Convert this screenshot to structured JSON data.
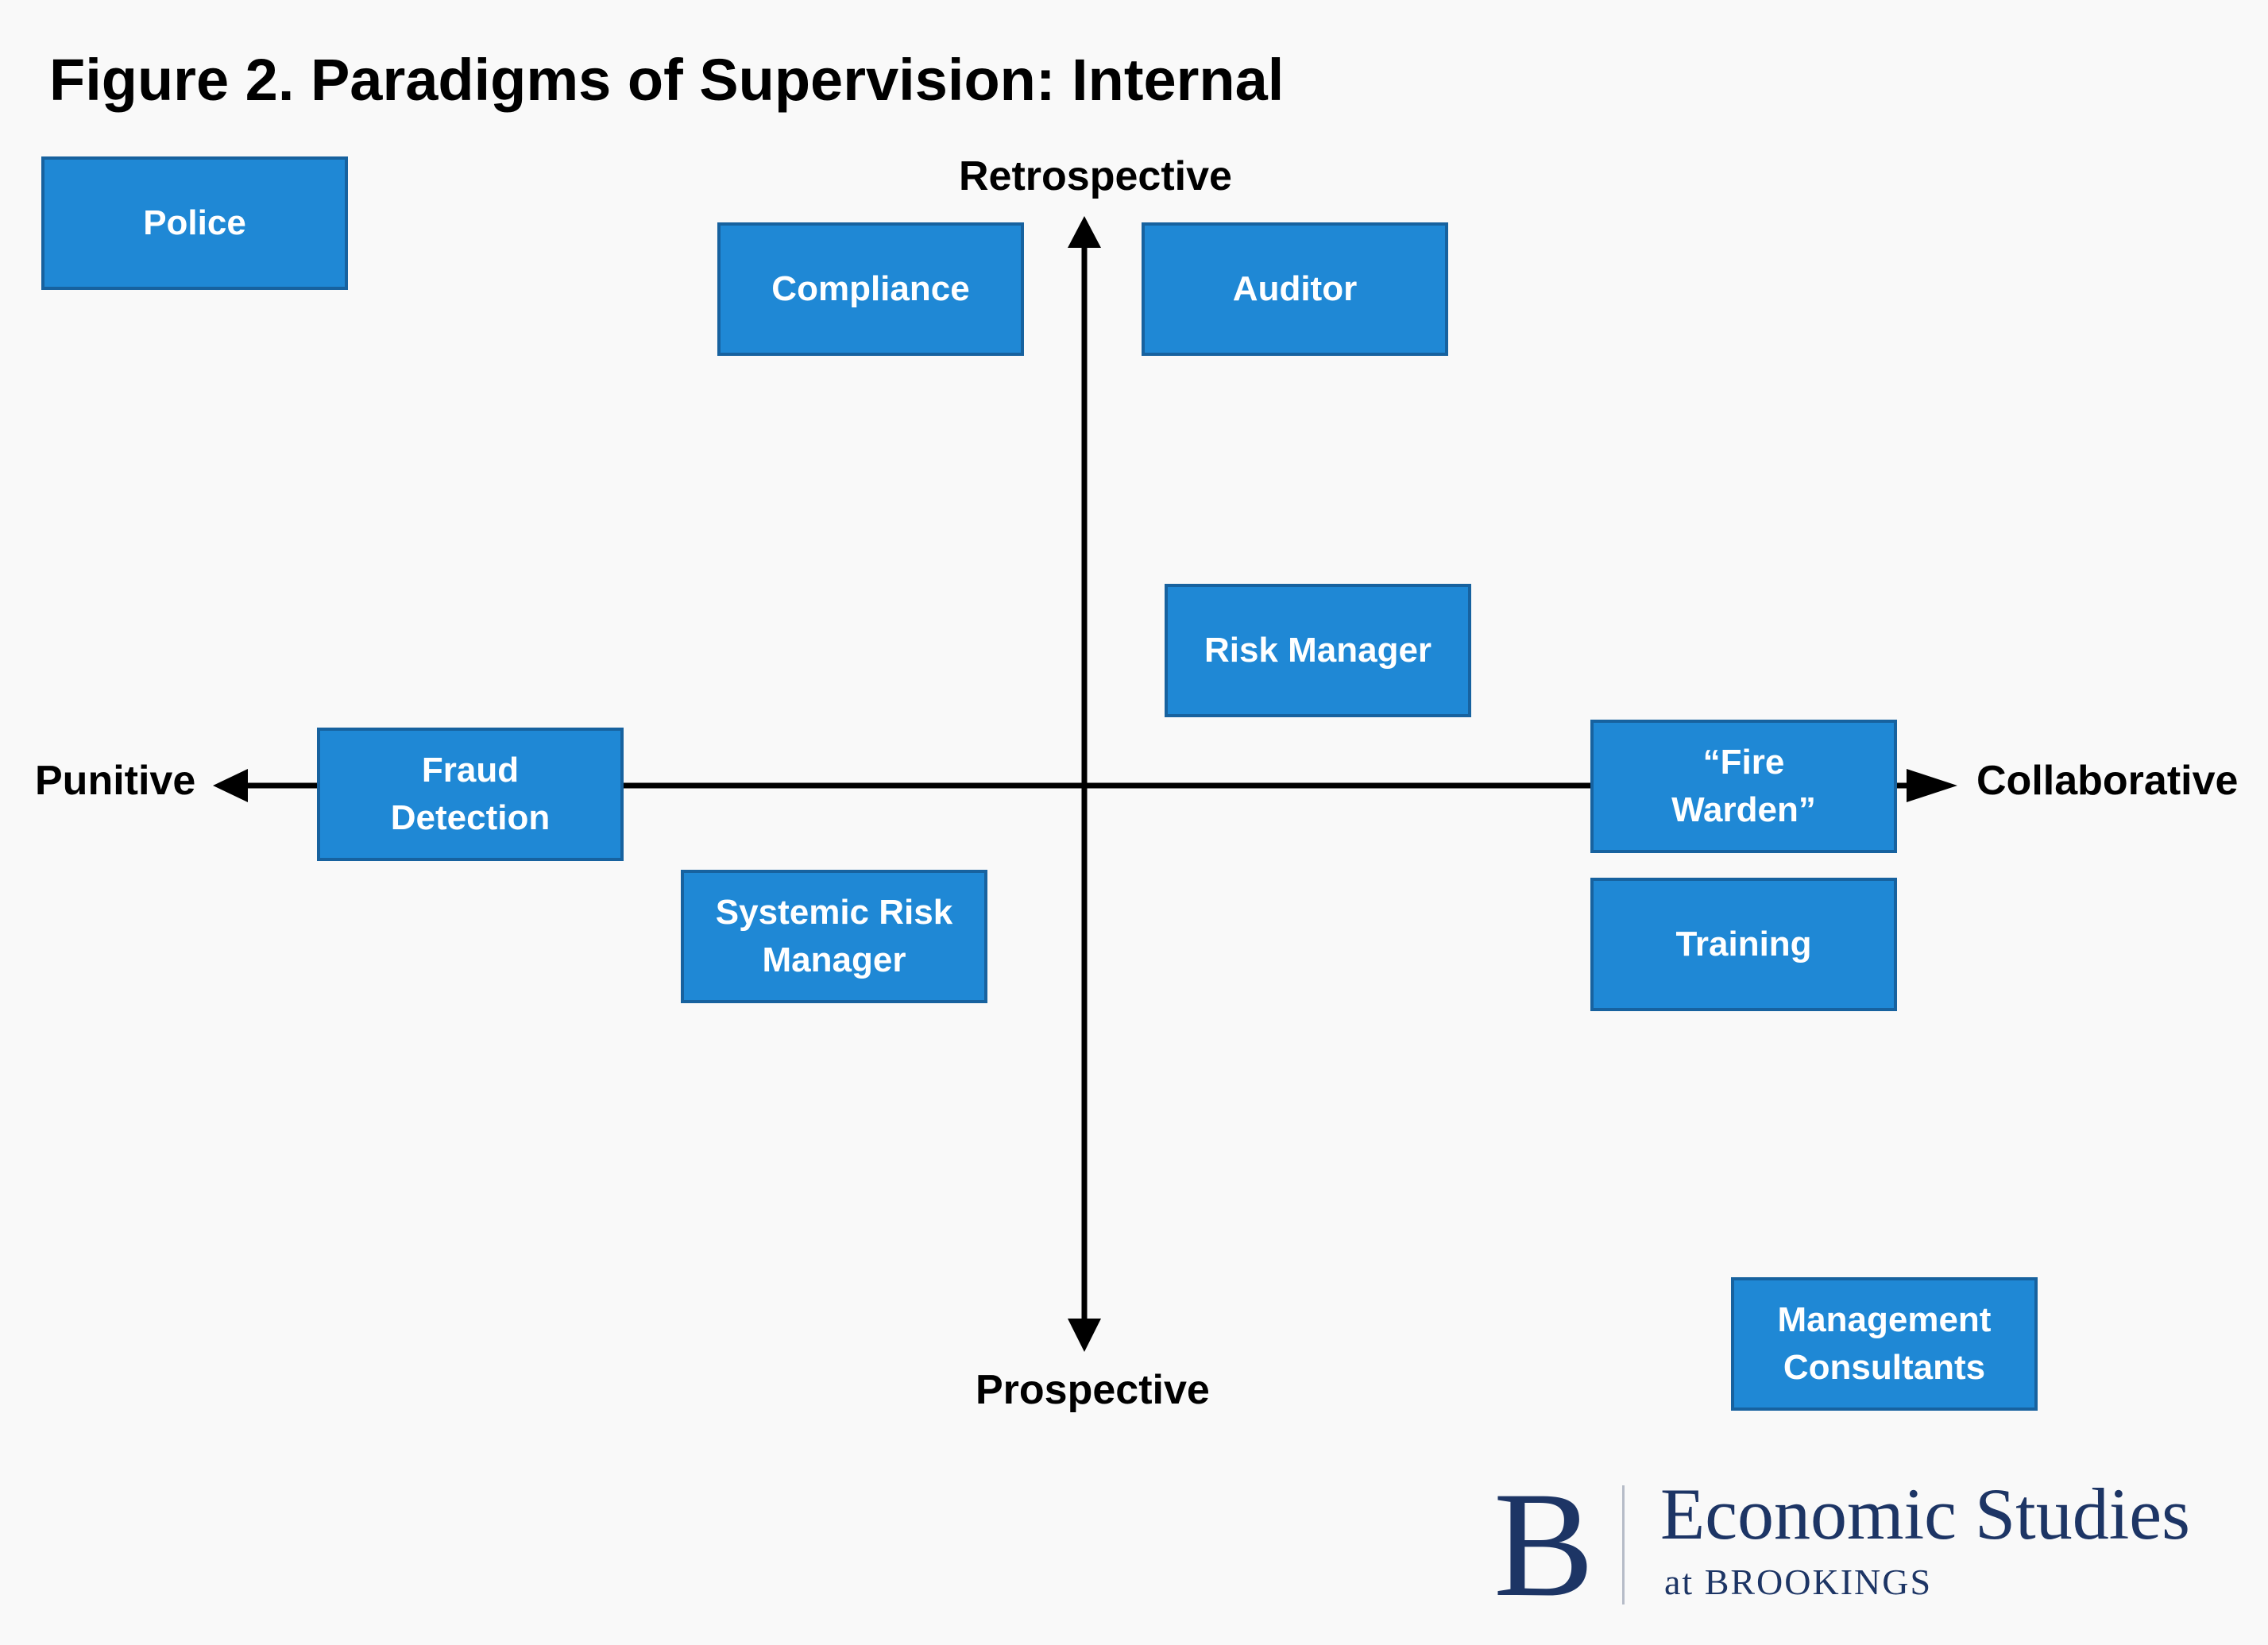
{
  "title": "Figure 2. Paradigms of Supervision: Internal",
  "axes": {
    "top": "Retrospective",
    "bottom": "Prospective",
    "left": "Punitive",
    "right": "Collaborative"
  },
  "boxes": {
    "police": "Police",
    "compliance": "Compliance",
    "auditor": "Auditor",
    "risk_manager": "Risk Manager",
    "fraud_detection": "Fraud Detection",
    "fire_warden": "“Fire Warden”",
    "systemic_risk_manager": "Systemic Risk Manager",
    "training": "Training",
    "management_consultants": "Management Consultants"
  },
  "colors": {
    "box_fill": "#1f88d5",
    "box_border": "#17629f",
    "brand": "#1d3565"
  },
  "logo": {
    "letter": "B",
    "name": "Economic Studies",
    "sub": "at BROOKINGS"
  }
}
